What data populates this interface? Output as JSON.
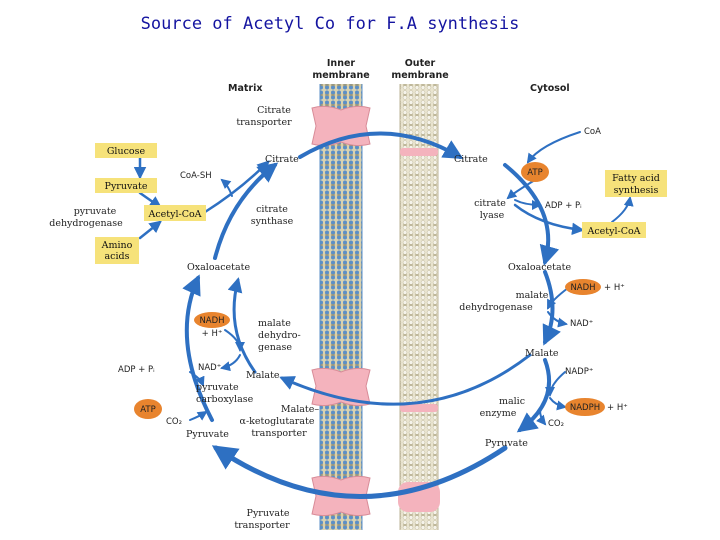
{
  "slide": {
    "title": "Source of Acetyl Co for F.A synthesis"
  },
  "headers": {
    "inner_l1": "Inner",
    "inner_l2": "membrane",
    "outer_l1": "Outer",
    "outer_l2": "membrane",
    "matrix": "Matrix",
    "cytosol": "Cytosol"
  },
  "transporters": {
    "citrate_l1": "Citrate",
    "citrate_l2": "transporter",
    "malate_l1": "Malate–",
    "malate_l2": "α-ketoglutarate",
    "malate_l3": "transporter",
    "pyruvate_l1": "Pyruvate",
    "pyruvate_l2": "transporter"
  },
  "matrix": {
    "glucose": "Glucose",
    "pyruvate_box": "Pyruvate",
    "pdh_l1": "pyruvate",
    "pdh_l2": "dehydrogenase",
    "acetyl_coa": "Acetyl-CoA",
    "amino_l1": "Amino",
    "amino_l2": "acids",
    "coa_sh": "CoA-SH",
    "citrate": "Citrate",
    "cs_l1": "citrate",
    "cs_l2": "synthase",
    "oxaloacetate": "Oxaloacetate",
    "nadh_l1": "NADH",
    "nadh_l2": "+ H⁺",
    "mdh_l1": "malate",
    "mdh_l2": "dehydro-",
    "mdh_l3": "genase",
    "nad": "NAD⁺",
    "malate": "Malate",
    "adp_pi": "ADP + Pᵢ",
    "pc_l1": "pyruvate",
    "pc_l2": "carboxylase",
    "atp": "ATP",
    "co2": "CO₂",
    "pyruvate": "Pyruvate"
  },
  "cytosol": {
    "coa": "CoA",
    "citrate": "Citrate",
    "atp": "ATP",
    "cl_l1": "citrate",
    "cl_l2": "lyase",
    "adp_pi": "ADP + Pᵢ",
    "fas_l1": "Fatty acid",
    "fas_l2": "synthesis",
    "acetyl_coa": "Acetyl-CoA",
    "oxaloacetate": "Oxaloacetate",
    "nadh_h": "NADH + H⁺",
    "nadh": "NADH",
    "h_plus": "+ H⁺",
    "mdh_l1": "malate",
    "mdh_l2": "dehydrogenase",
    "nad": "NAD⁺",
    "malate": "Malate",
    "nadp": "NADP⁺",
    "me_l1": "malic",
    "me_l2": "enzyme",
    "nadph": "NADPH",
    "nadph_h": "+ H⁺",
    "co2": "CO₂",
    "pyruvate": "Pyruvate"
  },
  "colors": {
    "box_yellow": "#f6e27a",
    "atp_orange": "#e8842e",
    "transporter_pink": "#f4b3bd",
    "arrow_blue": "#2e70c2",
    "title_blue": "#1414a0"
  }
}
